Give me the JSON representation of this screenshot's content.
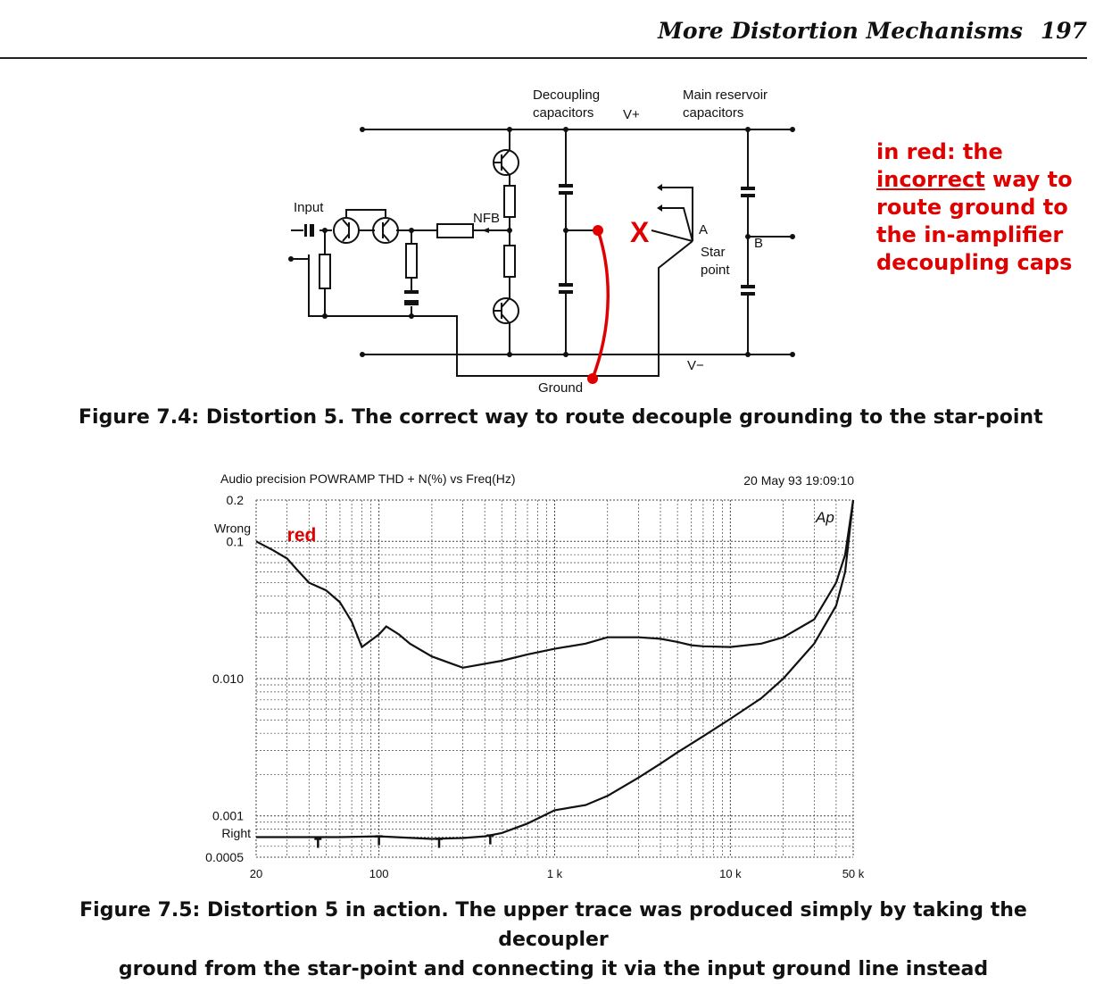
{
  "header": {
    "title": "More Distortion Mechanisms",
    "page_number": "197"
  },
  "schematic": {
    "labels": {
      "decoupling": [
        "Decoupling",
        "capacitors"
      ],
      "vplus": "V+",
      "reservoir": [
        "Main reservoir",
        "capacitors"
      ],
      "input": "Input",
      "nfb": "NFB",
      "a": "A",
      "b": "B",
      "star": [
        "Star",
        "point"
      ],
      "vminus": "V−",
      "ground": "Ground"
    },
    "annotation_mark": "X"
  },
  "note": {
    "prefix": "in red: the",
    "underlined": "incorrect",
    "suffix": "way to route ground to the in-amplifier decoupling caps"
  },
  "figure74_caption": "Figure 7.4: Distortion 5. The correct way to route decouple grounding to the star-point",
  "chart_data": {
    "type": "line",
    "title": "Audio precision POWRAMP THD + N(%) vs Freq(Hz)",
    "timestamp": "20 May 93 19:09:10",
    "logo": "Ap",
    "x_scale": "log",
    "y_scale": "log",
    "xlim": [
      20,
      50000
    ],
    "ylim": [
      0.0005,
      0.2
    ],
    "x_tick_labels": [
      {
        "value": 20,
        "label": "20"
      },
      {
        "value": 100,
        "label": "100"
      },
      {
        "value": 1000,
        "label": "1 k"
      },
      {
        "value": 10000,
        "label": "10 k"
      },
      {
        "value": 50000,
        "label": "50 k"
      }
    ],
    "y_tick_labels": [
      {
        "value": 0.2,
        "label": "0.2"
      },
      {
        "value": 0.1,
        "label": "0.1"
      },
      {
        "value": 0.01,
        "label": "0.010"
      },
      {
        "value": 0.001,
        "label": "0.001"
      },
      {
        "value": 0.0005,
        "label": "0.0005"
      }
    ],
    "annotations": [
      {
        "text": "Wrong",
        "x": 20,
        "y": 0.125
      },
      {
        "text": "Right",
        "x": 20,
        "y": 0.00075
      },
      {
        "text": "red",
        "x": 30,
        "y": 0.11,
        "color": "#e00000"
      }
    ],
    "grid": true,
    "series": [
      {
        "name": "Wrong",
        "x": [
          20,
          25,
          30,
          35,
          40,
          50,
          60,
          70,
          80,
          100,
          110,
          130,
          150,
          200,
          300,
          500,
          700,
          1000,
          1500,
          2000,
          3000,
          4000,
          5000,
          6000,
          7000,
          10000,
          15000,
          20000,
          30000,
          40000,
          45000,
          50000
        ],
        "y": [
          0.1,
          0.086,
          0.075,
          0.06,
          0.05,
          0.044,
          0.036,
          0.026,
          0.017,
          0.021,
          0.024,
          0.021,
          0.018,
          0.0145,
          0.012,
          0.0135,
          0.015,
          0.0165,
          0.018,
          0.02,
          0.02,
          0.0195,
          0.0185,
          0.0175,
          0.0172,
          0.017,
          0.018,
          0.02,
          0.027,
          0.05,
          0.08,
          0.2
        ]
      },
      {
        "name": "Right",
        "x": [
          20,
          40,
          60,
          100,
          200,
          300,
          400,
          500,
          700,
          1000,
          1500,
          2000,
          3000,
          4000,
          5000,
          7000,
          10000,
          15000,
          20000,
          30000,
          40000,
          45000,
          50000
        ],
        "y": [
          0.0007,
          0.0007,
          0.0007,
          0.00071,
          0.00068,
          0.00069,
          0.00071,
          0.00075,
          0.00088,
          0.0011,
          0.0012,
          0.0014,
          0.0019,
          0.0024,
          0.0029,
          0.0038,
          0.0051,
          0.0072,
          0.01,
          0.018,
          0.034,
          0.06,
          0.2
        ]
      }
    ],
    "markers": [
      {
        "shape": "tee",
        "x": 45,
        "y": 0.00068
      },
      {
        "shape": "tee",
        "x": 100,
        "y": 0.00071
      },
      {
        "shape": "tee",
        "x": 220,
        "y": 0.00068
      },
      {
        "shape": "tee",
        "x": 430,
        "y": 0.00072
      }
    ]
  },
  "figure75_caption": [
    "Figure 7.5: Distortion 5 in action. The upper trace was produced simply by taking the decoupler",
    "ground from the star-point and connecting it via the input ground line instead"
  ]
}
